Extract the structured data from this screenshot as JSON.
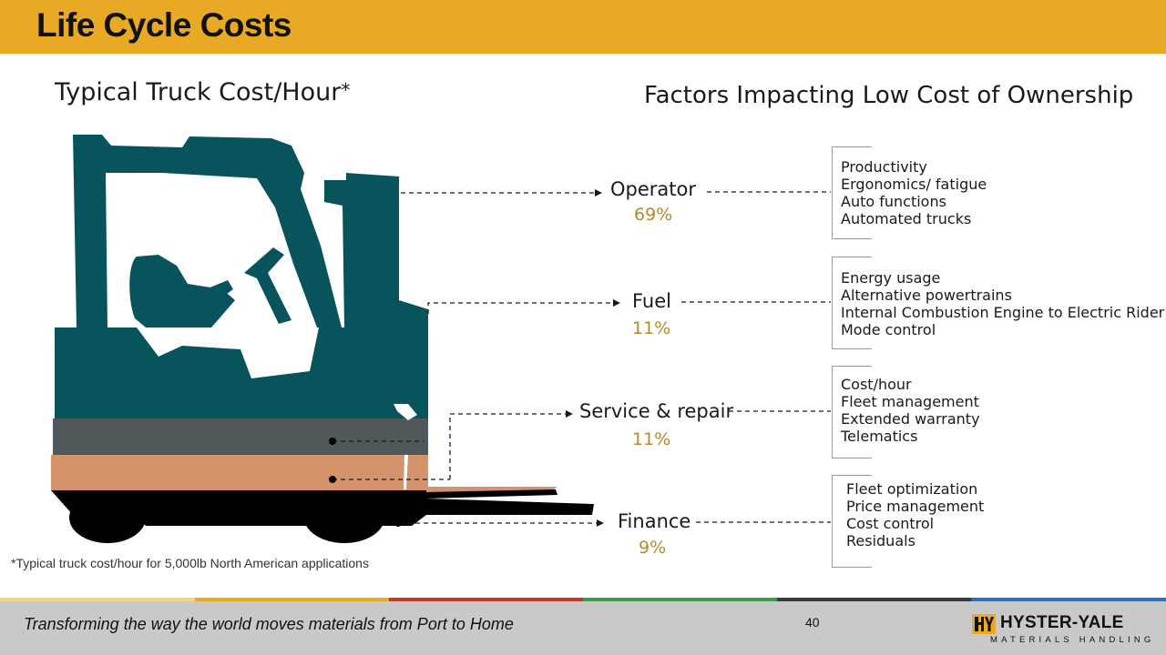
{
  "slide": {
    "title": "Life Cycle Costs",
    "left_heading": "Typical Truck Cost/Hour",
    "left_heading_mark": "*",
    "right_heading": "Factors Impacting Low Cost of Ownership",
    "footnote": "*Typical truck cost/hour for 5,000lb North American applications"
  },
  "categories": [
    {
      "name": "Operator",
      "percent": "69%",
      "factors": [
        "Productivity",
        "Ergonomics/ fatigue",
        "Auto functions",
        "Automated trucks"
      ]
    },
    {
      "name": "Fuel",
      "percent": "11%",
      "factors": [
        "Energy usage",
        "Alternative powertrains",
        "Internal Combustion Engine to Electric Rider",
        "Mode control"
      ]
    },
    {
      "name": "Service & repair",
      "percent": "11%",
      "factors": [
        "Cost/hour",
        "Fleet management",
        "Extended warranty",
        "Telematics"
      ]
    },
    {
      "name": "Finance",
      "percent": "9%",
      "factors": [
        "Fleet optimization",
        "Price management",
        "Cost control",
        "Residuals"
      ]
    }
  ],
  "colors": {
    "header": "#E8A925",
    "operator_band": "#08545C",
    "fuel_band": "#4E5759",
    "service_band": "#D4936A",
    "finance_band": "#000000",
    "percent_text": "#B48A2A",
    "stripes": [
      "#F1D580",
      "#E8A925",
      "#C0392B",
      "#3E9A4A",
      "#3A3A3A",
      "#2F6FB3"
    ]
  },
  "footer": {
    "tagline": "Transforming the way the world moves materials from Port to Home",
    "page_number": "40",
    "logo_name": "HYSTER-YALE",
    "logo_sub": "MATERIALS HANDLING"
  }
}
